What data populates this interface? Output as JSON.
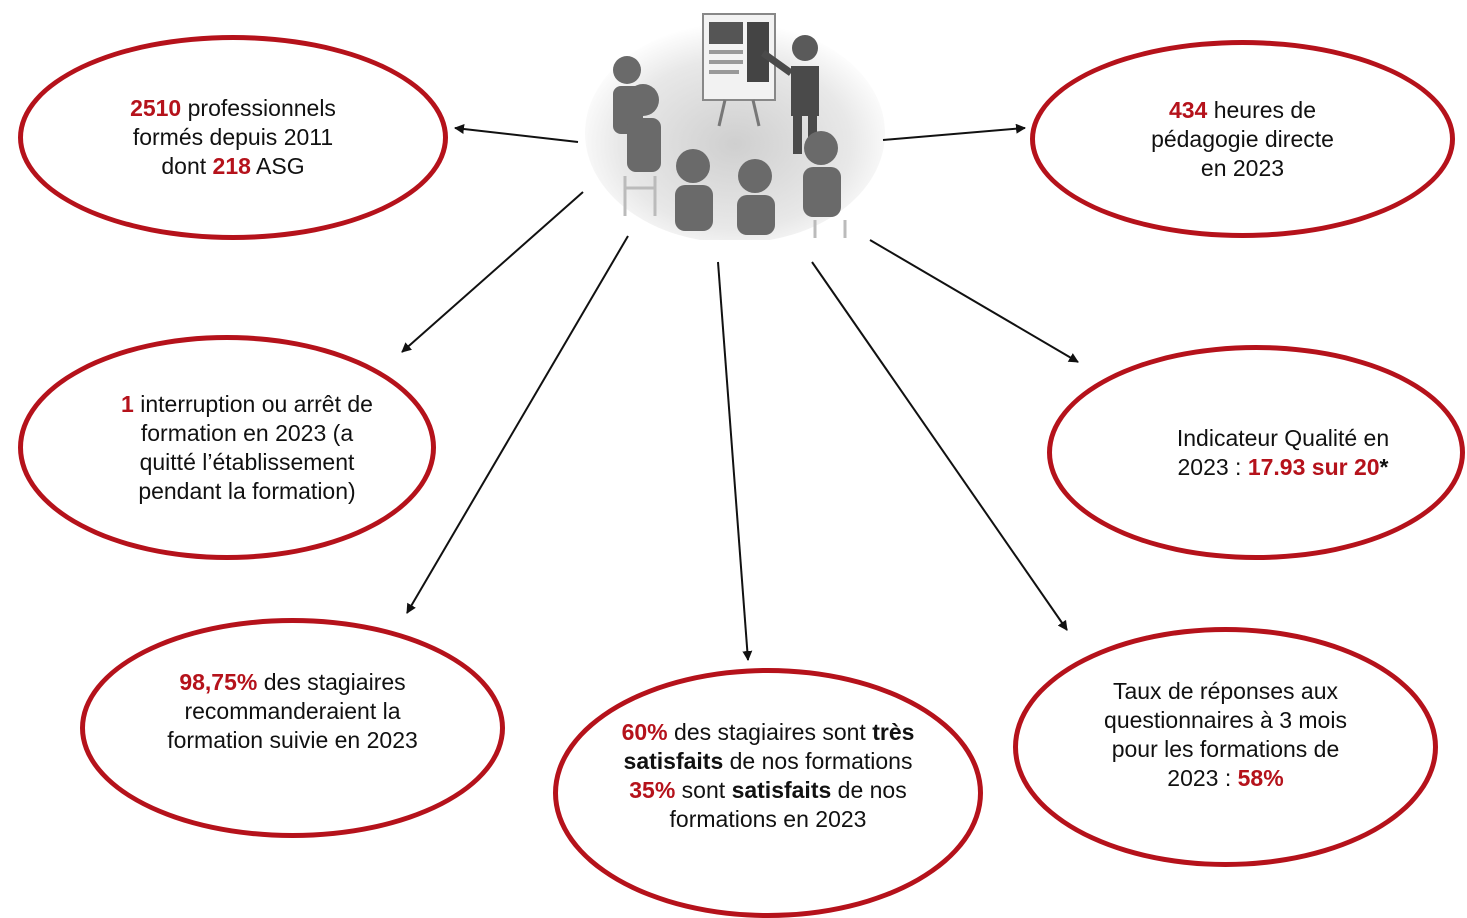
{
  "colors": {
    "accent": "#b5121b",
    "text": "#111111",
    "arrow": "#111111"
  },
  "center_image": {
    "icon": "training-classroom-icon"
  },
  "nodes": {
    "formes": {
      "num": "2510",
      "l1": " professionnels",
      "l2": "formés depuis 2011",
      "l3a": "dont ",
      "num2": "218",
      "l3b": " ASG"
    },
    "heures": {
      "num": "434",
      "l1": " heures de",
      "l2": "pédagogie directe",
      "l3": "en 2023"
    },
    "interruption": {
      "num": "1",
      "l1": " interruption ou arrêt de",
      "l2": "formation en 2023 (a",
      "l3": "quitté l’établissement",
      "l4": "pendant la formation)"
    },
    "qualite": {
      "l1": "Indicateur Qualité en",
      "l2a": "2023 : ",
      "val": "17.93 sur 20",
      "star": "*"
    },
    "recommandation": {
      "num": "98,75%",
      "l1": " des stagiaires",
      "l2": "recommanderaient la",
      "l3": "formation suivie en 2023"
    },
    "satisfaction": {
      "num1": "60%",
      "l1a": " des stagiaires sont ",
      "l1b": "très",
      "l2a": "satisfaits",
      "l2b": " de nos formations",
      "num2": "35%",
      "l3a": " sont ",
      "l3b": "satisfaits",
      "l3c": " de nos",
      "l4": "formations en 2023"
    },
    "reponses": {
      "l1": "Taux de réponses aux",
      "l2": "questionnaires à 3 mois",
      "l3": "pour les formations de",
      "l4a": "2023 :  ",
      "val": "58%"
    }
  }
}
